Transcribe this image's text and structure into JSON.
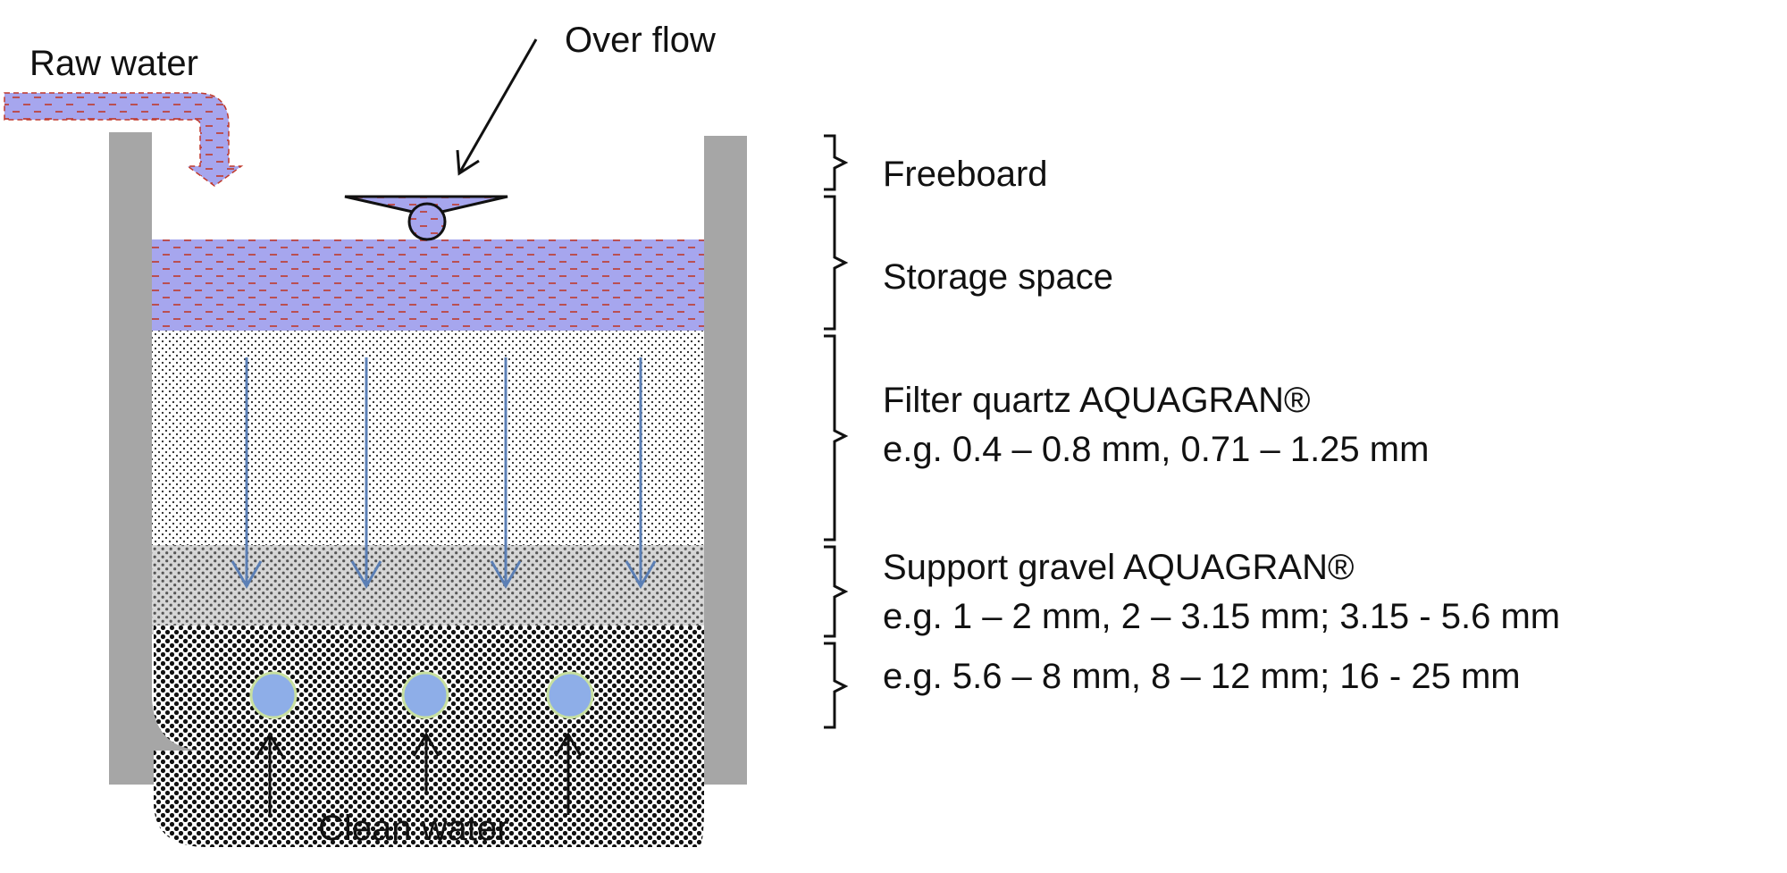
{
  "labels": {
    "raw_water": "Raw water",
    "over_flow": "Over flow",
    "clean_water": "Clean water"
  },
  "layers": [
    {
      "id": "freeboard",
      "lines": [
        "Freeboard"
      ]
    },
    {
      "id": "storage",
      "lines": [
        "Storage space"
      ]
    },
    {
      "id": "filter",
      "lines": [
        "Filter quartz AQUAGRAN®",
        "e.g. 0.4  – 0.8 mm,  0.71 – 1.25 mm"
      ]
    },
    {
      "id": "support",
      "lines": [
        "Support gravel AQUAGRAN®",
        "e.g. 1 – 2 mm,  2 – 3.15 mm;  3.15 - 5.6 mm"
      ]
    },
    {
      "id": "bottom",
      "lines": [
        "e.g. 5.6 – 8 mm,  8  – 12 mm;  16 - 25 mm"
      ]
    }
  ],
  "colors": {
    "wall": "#a6a6a6",
    "water": "#a6a6ee",
    "water_dash": "#c0392b",
    "flow_arrow": "#5b7fb5",
    "drain_pipe": "#8eaee8",
    "drain_rim": "#c8e0a0"
  }
}
